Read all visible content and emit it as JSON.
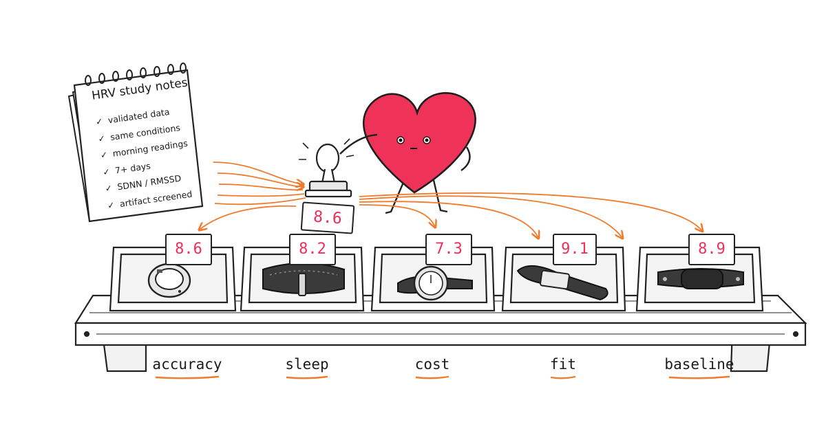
{
  "notepad": {
    "title": "HRV study notes",
    "items": [
      "validated data",
      "same conditions",
      "morning readings",
      "7+ days",
      "SDNN / RMSSD",
      "artifact screened"
    ]
  },
  "stamp_card": {
    "value": "8.6"
  },
  "trays": [
    {
      "device": "ring",
      "score": "8.6",
      "criterion": "accuracy"
    },
    {
      "device": "band",
      "score": "8.2",
      "criterion": "sleep"
    },
    {
      "device": "watch",
      "score": "7.3",
      "criterion": "cost"
    },
    {
      "device": "strap",
      "score": "9.1",
      "criterion": "fit"
    },
    {
      "device": "chest-strap",
      "score": "8.9",
      "criterion": "baseline"
    }
  ],
  "icons": [
    "heart-mascot",
    "rubber-stamp-icon",
    "spiral-notepad",
    "wooden-shelf"
  ],
  "colors": {
    "score": "#ee2f5a",
    "arrow": "#f07b2c",
    "underline": "#f07b2c",
    "heart": "#ef3358",
    "ink": "#1f1f1f"
  }
}
